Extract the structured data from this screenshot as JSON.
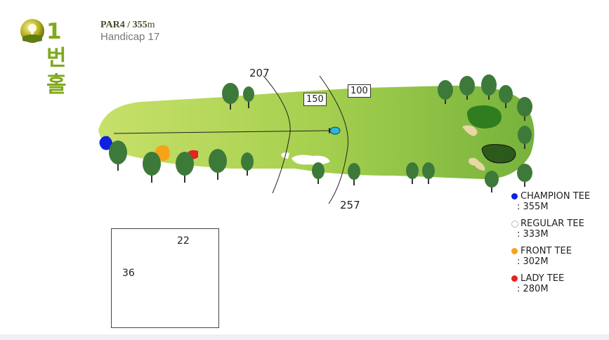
{
  "header": {
    "hole_number": "1",
    "hole_title": "번홀",
    "par_label": "PAR4 / 355",
    "par_unit": "m",
    "handicap": "Handicap 17"
  },
  "distance_markers": {
    "d207": "207",
    "d257": "257",
    "d150": "150",
    "d100": "100"
  },
  "green_inset": {
    "depth": "22",
    "width": "36"
  },
  "legend": [
    {
      "name": "CHAMPION TEE",
      "distance": ": 355M",
      "color": "#1020e0"
    },
    {
      "name": "REGULAR TEE",
      "distance": ": 333M",
      "color": "#ffffff"
    },
    {
      "name": "FRONT TEE",
      "distance": ": 302M",
      "color": "#f7a21b"
    },
    {
      "name": "LADY TEE",
      "distance": ": 280M",
      "color": "#e82020"
    }
  ],
  "colors": {
    "fairway": "#9ccc4a",
    "green": "#2f7d1e",
    "tree": "#3d7a3a"
  }
}
